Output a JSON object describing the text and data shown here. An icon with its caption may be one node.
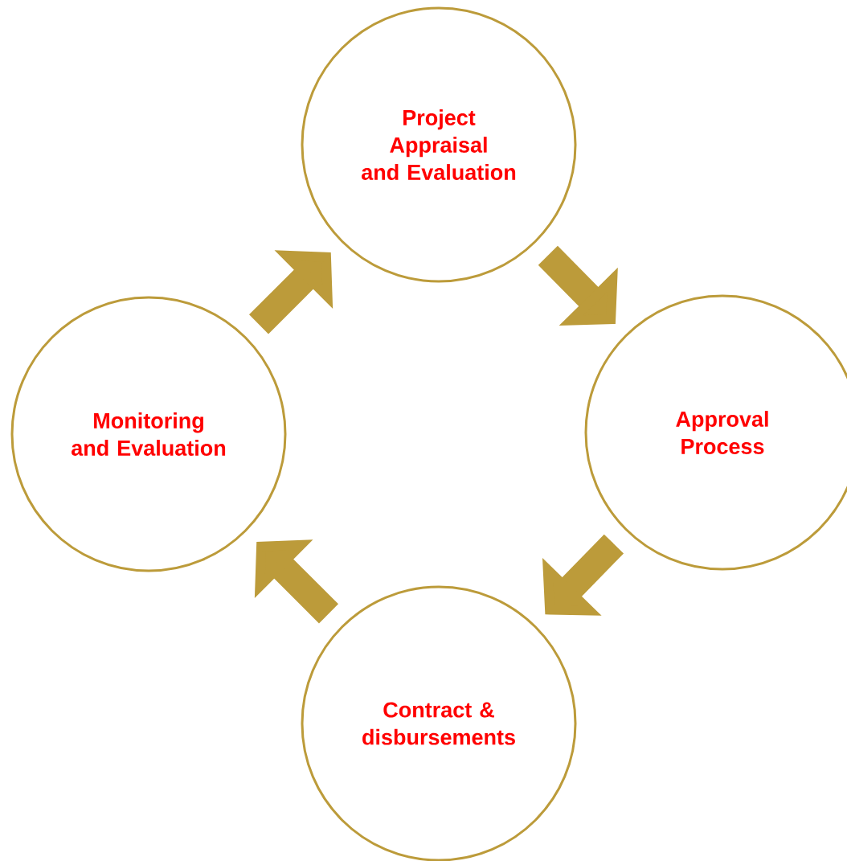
{
  "diagram": {
    "nodes": [
      {
        "text": [
          "Project Appraisal and Evaluation"
        ]
      },
      {
        "text": [
          "Approval Process"
        ]
      },
      {
        "text": [
          "Contract & disbursements"
        ]
      },
      {
        "text": [
          "Monitoring and Evaluation"
        ]
      }
    ],
    "edges": [
      {
        "from": 0,
        "to": 1,
        "arrow": "to"
      },
      {
        "from": 1,
        "to": 2,
        "arrow": "to"
      },
      {
        "from": 2,
        "to": 3,
        "arrow": "to"
      },
      {
        "from": 3,
        "to": 0,
        "arrow": "to"
      }
    ]
  }
}
